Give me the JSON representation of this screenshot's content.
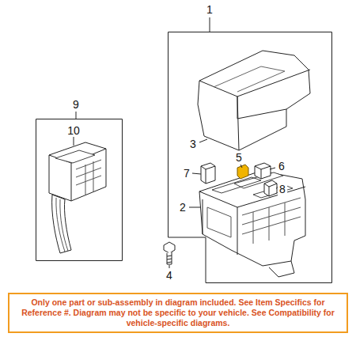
{
  "diagram": {
    "nodes": [
      {
        "text": [
          "1"
        ]
      },
      {
        "text": [
          "9"
        ]
      },
      {
        "text": [
          "Only one part or sub-assembly in diagram included. See Item Specifics for Reference #. Diagram may not be specific to your vehicle. See Compatibility for vehicle-specific diagrams."
        ]
      }
    ],
    "labels": [
      "10",
      "3",
      "5",
      "6",
      "7",
      "8",
      "2",
      "4"
    ]
  }
}
